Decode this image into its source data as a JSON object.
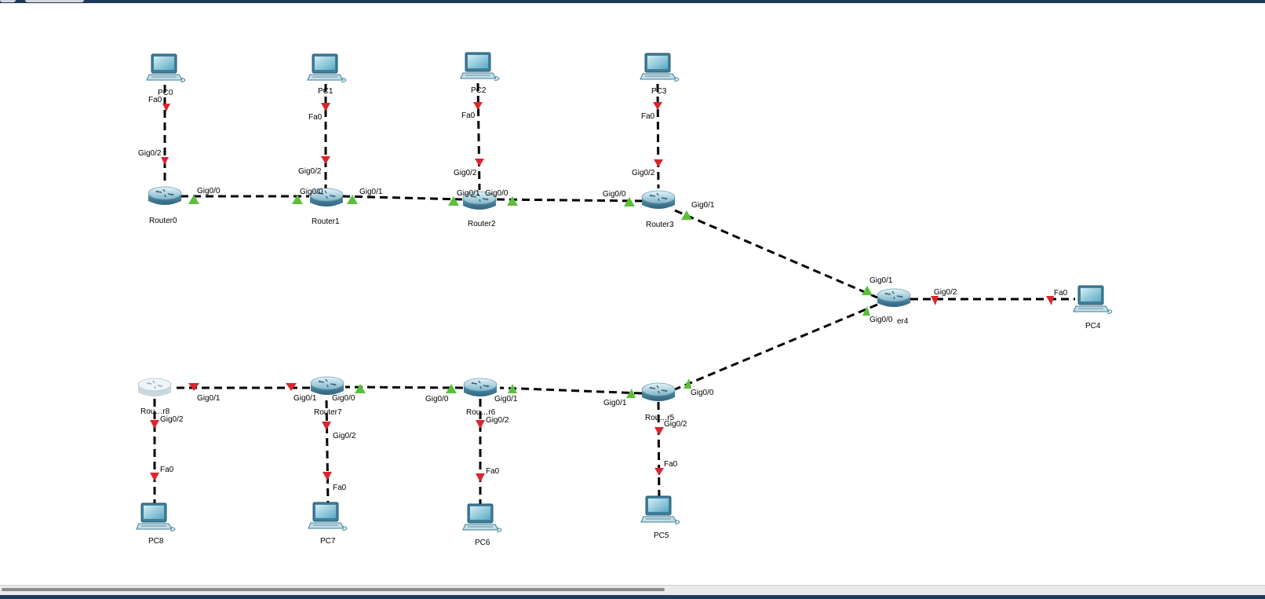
{
  "window": {
    "accent": "#1e3a57"
  },
  "colors": {
    "link": "#000000",
    "port_up": "#5bbf3a",
    "port_down": "#d9262f"
  },
  "devices": [
    {
      "id": "pc0",
      "type": "pc",
      "label": "PC0"
    },
    {
      "id": "pc1",
      "type": "pc",
      "label": "PC1"
    },
    {
      "id": "pc2",
      "type": "pc",
      "label": "PC2"
    },
    {
      "id": "pc3",
      "type": "pc",
      "label": "PC3"
    },
    {
      "id": "router0",
      "type": "router",
      "label": "Router0"
    },
    {
      "id": "router1",
      "type": "router",
      "label": "Router1"
    },
    {
      "id": "router2",
      "type": "router",
      "label": "Router2"
    },
    {
      "id": "router3",
      "type": "router",
      "label": "Router3"
    },
    {
      "id": "router4",
      "type": "router",
      "label": "er4"
    },
    {
      "id": "pc4",
      "type": "pc",
      "label": "PC4"
    },
    {
      "id": "router5",
      "type": "router",
      "label": "Rou…r5"
    },
    {
      "id": "router6",
      "type": "router",
      "label": "Rou…r6"
    },
    {
      "id": "router7",
      "type": "router",
      "label": "Router7"
    },
    {
      "id": "router8",
      "type": "router",
      "label": "Rou…r8",
      "disabled": true
    },
    {
      "id": "pc5",
      "type": "pc",
      "label": "PC5"
    },
    {
      "id": "pc6",
      "type": "pc",
      "label": "PC6"
    },
    {
      "id": "pc7",
      "type": "pc",
      "label": "PC7"
    },
    {
      "id": "pc8",
      "type": "pc",
      "label": "PC8"
    }
  ],
  "links": [
    {
      "id": "pc0-router0",
      "status": "down"
    },
    {
      "id": "pc1-router1",
      "status": "down"
    },
    {
      "id": "pc2-router2",
      "status": "down"
    },
    {
      "id": "pc3-router3",
      "status": "down"
    },
    {
      "id": "router0-router1",
      "status": "up"
    },
    {
      "id": "router1-router2",
      "status": "up"
    },
    {
      "id": "router2-router3",
      "status": "up"
    },
    {
      "id": "router3-router4",
      "status": "up"
    },
    {
      "id": "router4-pc4",
      "status": "down"
    },
    {
      "id": "router4-router5",
      "status": "up"
    },
    {
      "id": "router5-router6",
      "status": "up"
    },
    {
      "id": "router6-router7",
      "status": "up"
    },
    {
      "id": "router7-router8",
      "status": "down"
    },
    {
      "id": "router5-pc5",
      "status": "down"
    },
    {
      "id": "router6-pc6",
      "status": "down"
    },
    {
      "id": "router7-pc7",
      "status": "down"
    },
    {
      "id": "router8-pc8",
      "status": "down"
    }
  ],
  "port_labels": [
    {
      "id": "pc0-fa0",
      "text": "Fa0"
    },
    {
      "id": "router0-gig02",
      "text": "Gig0/2"
    },
    {
      "id": "pc1-fa0",
      "text": "Fa0"
    },
    {
      "id": "router1-gig02",
      "text": "Gig0/2"
    },
    {
      "id": "pc2-fa0",
      "text": "Fa0"
    },
    {
      "id": "router2-gig02",
      "text": "Gig0/2"
    },
    {
      "id": "pc3-fa0",
      "text": "Fa0"
    },
    {
      "id": "router3-gig02",
      "text": "Gig0/2"
    },
    {
      "id": "router0-gig00",
      "text": "Gig0/0"
    },
    {
      "id": "router1-gig00",
      "text": "Gig0/0"
    },
    {
      "id": "router1-gig01",
      "text": "Gig0/1"
    },
    {
      "id": "router2-gig01",
      "text": "Gig0/1"
    },
    {
      "id": "router2-gig00",
      "text": "Gig0/0"
    },
    {
      "id": "router3-gig00",
      "text": "Gig0/0"
    },
    {
      "id": "router3-gig01",
      "text": "Gig0/1"
    },
    {
      "id": "router4-gig01",
      "text": "Gig0/1"
    },
    {
      "id": "router4-gig02",
      "text": "Gig0/2"
    },
    {
      "id": "pc4-fa0",
      "text": "Fa0"
    },
    {
      "id": "router4-gig00",
      "text": "Gig0/0"
    },
    {
      "id": "router5-gig00",
      "text": "Gig0/0"
    },
    {
      "id": "router5-gig01",
      "text": "Gig0/1"
    },
    {
      "id": "router6-gig01",
      "text": "Gig0/1"
    },
    {
      "id": "router6-gig00",
      "text": "Gig0/0"
    },
    {
      "id": "router7-gig00",
      "text": "Gig0/0"
    },
    {
      "id": "router7-gig01",
      "text": "Gig0/1"
    },
    {
      "id": "router8-gig01",
      "text": "Gig0/1"
    },
    {
      "id": "router8-gig02",
      "text": "Gig0/2"
    },
    {
      "id": "pc8-fa0",
      "text": "Fa0"
    },
    {
      "id": "router7-gig02",
      "text": "Gig0/2"
    },
    {
      "id": "pc7-fa0",
      "text": "Fa0"
    },
    {
      "id": "router6-gig02",
      "text": "Gig0/2"
    },
    {
      "id": "pc6-fa0",
      "text": "Fa0"
    },
    {
      "id": "router5-gig02",
      "text": "Gig0/2"
    },
    {
      "id": "pc5-fa0",
      "text": "Fa0"
    }
  ]
}
